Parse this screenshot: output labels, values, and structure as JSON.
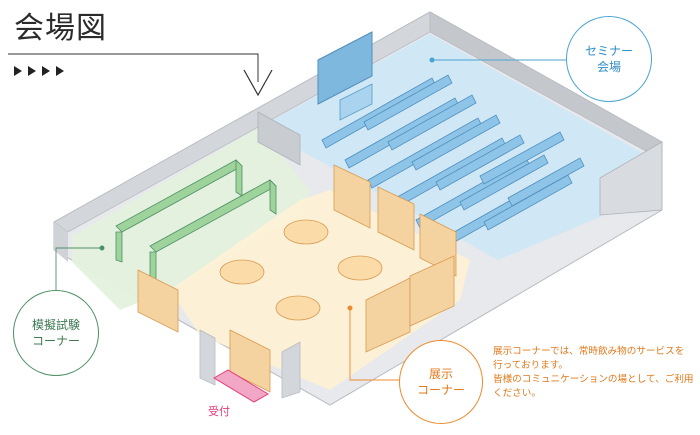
{
  "title": "会場図",
  "zones": {
    "seminar": {
      "line1": "セミナー",
      "line2": "会場"
    },
    "exam": {
      "line1": "模擬試験",
      "line2": "コーナー"
    },
    "exhibit": {
      "line1": "展示",
      "line2": "コーナー"
    }
  },
  "exhibit_description": [
    "展示コーナーでは、常時飲み物のサービスを",
    "行っております。",
    "皆様のコミュニケーションの場として、ご利用",
    "ください。"
  ],
  "reception": "受付",
  "colors": {
    "seminar": "#4aa3d2",
    "exam": "#4f8f66",
    "exhibit": "#ee8a2e",
    "reception": "#e0407a",
    "wall": "#c9ccd0",
    "floor_seminar": "#cfe7f5",
    "floor_exam": "#e4f1dd",
    "floor_exhibit": "#fdf1d6"
  }
}
